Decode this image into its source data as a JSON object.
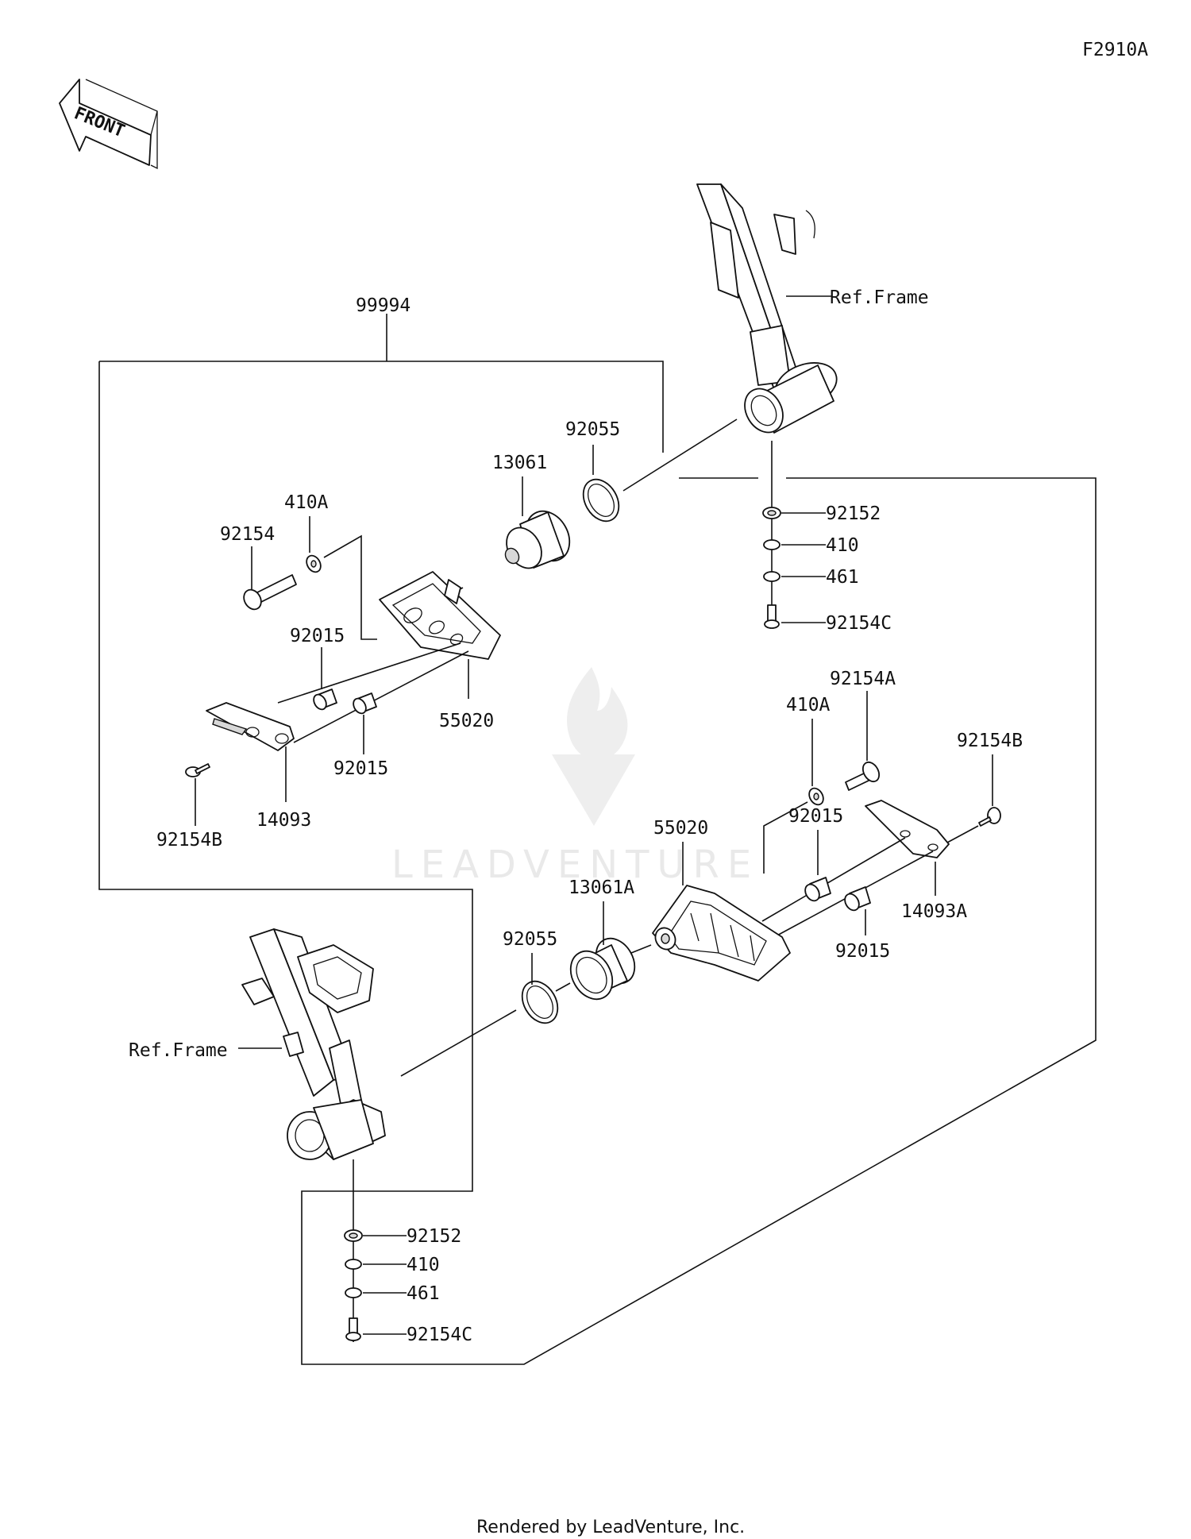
{
  "diagram": {
    "code": "F2910A",
    "front_label": "FRONT",
    "kit_label": "99994",
    "watermark": "LEADVENTURE",
    "footer": "Rendered by LeadVenture, Inc."
  },
  "parts": {
    "upper_left": {
      "bolt": "92154",
      "washer": "410A",
      "collar_a": "92015",
      "collar_b": "92015",
      "slider": "55020",
      "cover": "14093",
      "screw": "92154B",
      "mount": "13061",
      "oring": "92055"
    },
    "upper_right": {
      "frame": "Ref.Frame",
      "nut": "92152",
      "washer": "410",
      "washer2": "461",
      "bolt": "92154C"
    },
    "lower_right": {
      "bolt": "92154A",
      "washer": "410A",
      "screw": "92154B",
      "collar_a": "92015",
      "collar_b": "92015",
      "slider": "55020",
      "cover": "14093A",
      "mount": "13061A",
      "oring": "92055"
    },
    "lower_left": {
      "frame": "Ref.Frame",
      "nut": "92152",
      "washer": "410",
      "washer2": "461",
      "bolt": "92154C"
    }
  }
}
